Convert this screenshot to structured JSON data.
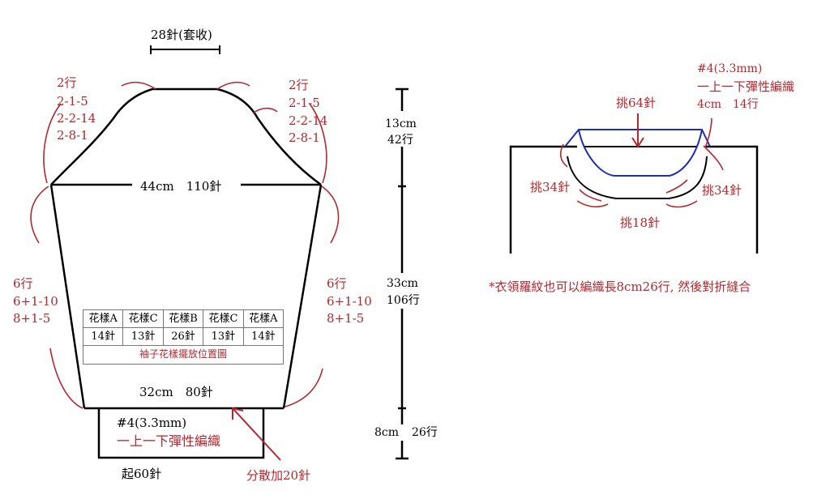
{
  "colors": {
    "line": "#000000",
    "annotation": "#b2282e",
    "collar": "#1f2fb0",
    "table_border": "#777777"
  },
  "sleeve": {
    "cap_top": "28針(套收)",
    "cap_left": [
      "2行",
      "2-1-5",
      "2-2-14",
      "2-8-1"
    ],
    "cap_right": [
      "2行",
      "2-1-5",
      "2-2-14",
      "2-8-1"
    ],
    "width_upper": "44cm　110針",
    "side_left": [
      "6行",
      "6+1-10",
      "8+1-5"
    ],
    "side_right": [
      "6行",
      "6+1-10",
      "8+1-5"
    ],
    "width_lower": "32cm　80針",
    "cuff_needle": "#4(3.3mm)",
    "cuff_rib": "一上一下彈性編織",
    "cast_on": "起60針",
    "increase": "分散加20針"
  },
  "pattern_table": {
    "headers": [
      "花樣A",
      "花樣C",
      "花樣B",
      "花樣C",
      "花樣A"
    ],
    "stitches": [
      "14針",
      "13針",
      "26針",
      "13針",
      "14針"
    ],
    "caption": "袖子花樣擺放位置圖"
  },
  "measurements": {
    "cap_cm": "13cm",
    "cap_rows": "42行",
    "body_cm": "33cm",
    "body_rows": "106行",
    "cuff_cm": "8cm",
    "cuff_rows": "26行"
  },
  "collar": {
    "needle": "#4(3.3mm)",
    "rib": "一上一下彈性編織",
    "depth": "4cm　14行",
    "pick_top": "挑64針",
    "pick_left": "挑34針",
    "pick_right": "挑34針",
    "pick_bottom": "挑18針",
    "note": "*衣領羅紋也可以編織長8cm26行, 然後對折縫合"
  }
}
